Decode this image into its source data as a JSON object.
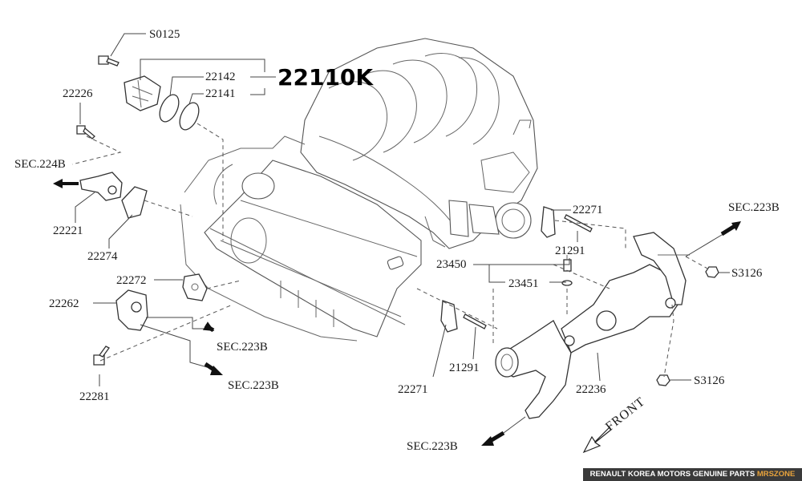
{
  "diagram": {
    "part_labels": {
      "s0125": "S0125",
      "p22142": "22142",
      "p22141": "22141",
      "p22226": "22226",
      "p22221": "22221",
      "p22274": "22274",
      "p22272": "22272",
      "p22262": "22262",
      "p22281": "22281",
      "p22271_top": "22271",
      "p21291_top": "21291",
      "p23450": "23450",
      "p23451": "23451",
      "p22271_bottom": "22271",
      "p21291_bottom": "21291",
      "p22236": "22236",
      "s3126_top": "S3126",
      "s3126_bottom": "S3126"
    },
    "section_refs": {
      "sec224b": "SEC.224B",
      "sec223b_top_right": "SEC.223B",
      "sec223b_mid_1": "SEC.223B",
      "sec223b_mid_2": "SEC.223B",
      "sec223b_bottom": "SEC.223B"
    },
    "assembly_label": "22110K",
    "front_label": "FRONT"
  },
  "banner": {
    "text": "RENAULT KOREA MOTORS GENUINE PARTS ",
    "brand": "MRSZONE"
  }
}
